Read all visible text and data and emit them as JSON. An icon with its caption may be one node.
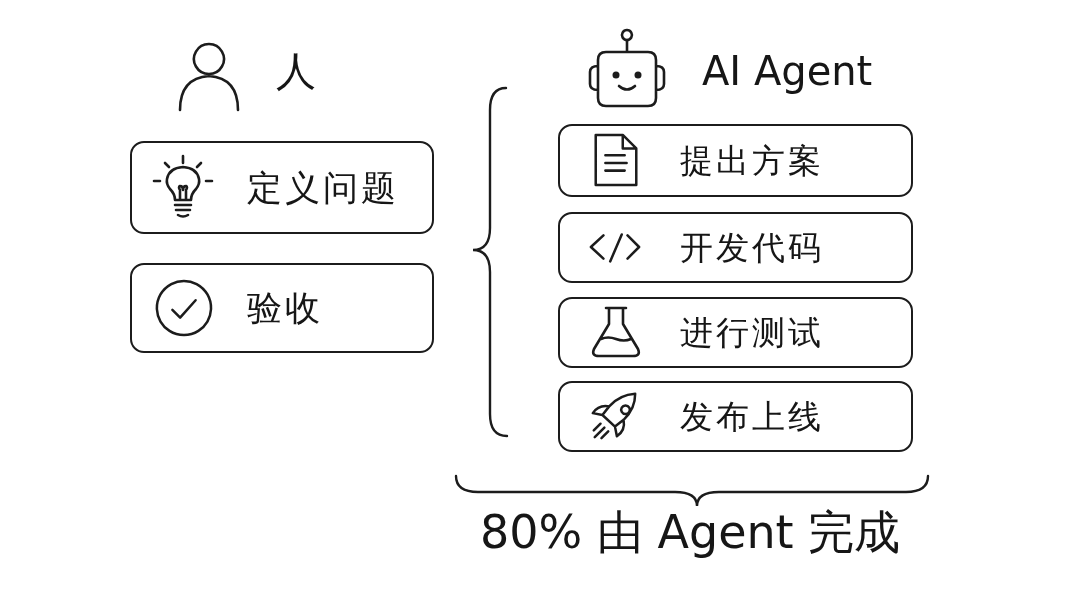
{
  "diagram": {
    "nodes": [
      {
        "text": [
          "定义问题"
        ]
      },
      {
        "text": [
          "验收"
        ]
      },
      {
        "text": [
          "提出方案"
        ]
      },
      {
        "text": [
          "开发代码"
        ]
      },
      {
        "text": [
          "进行测试"
        ]
      },
      {
        "text": [
          "发布上线"
        ]
      }
    ],
    "labels": [
      "人",
      "AI Agent",
      "80% 由 Agent 完成"
    ]
  }
}
